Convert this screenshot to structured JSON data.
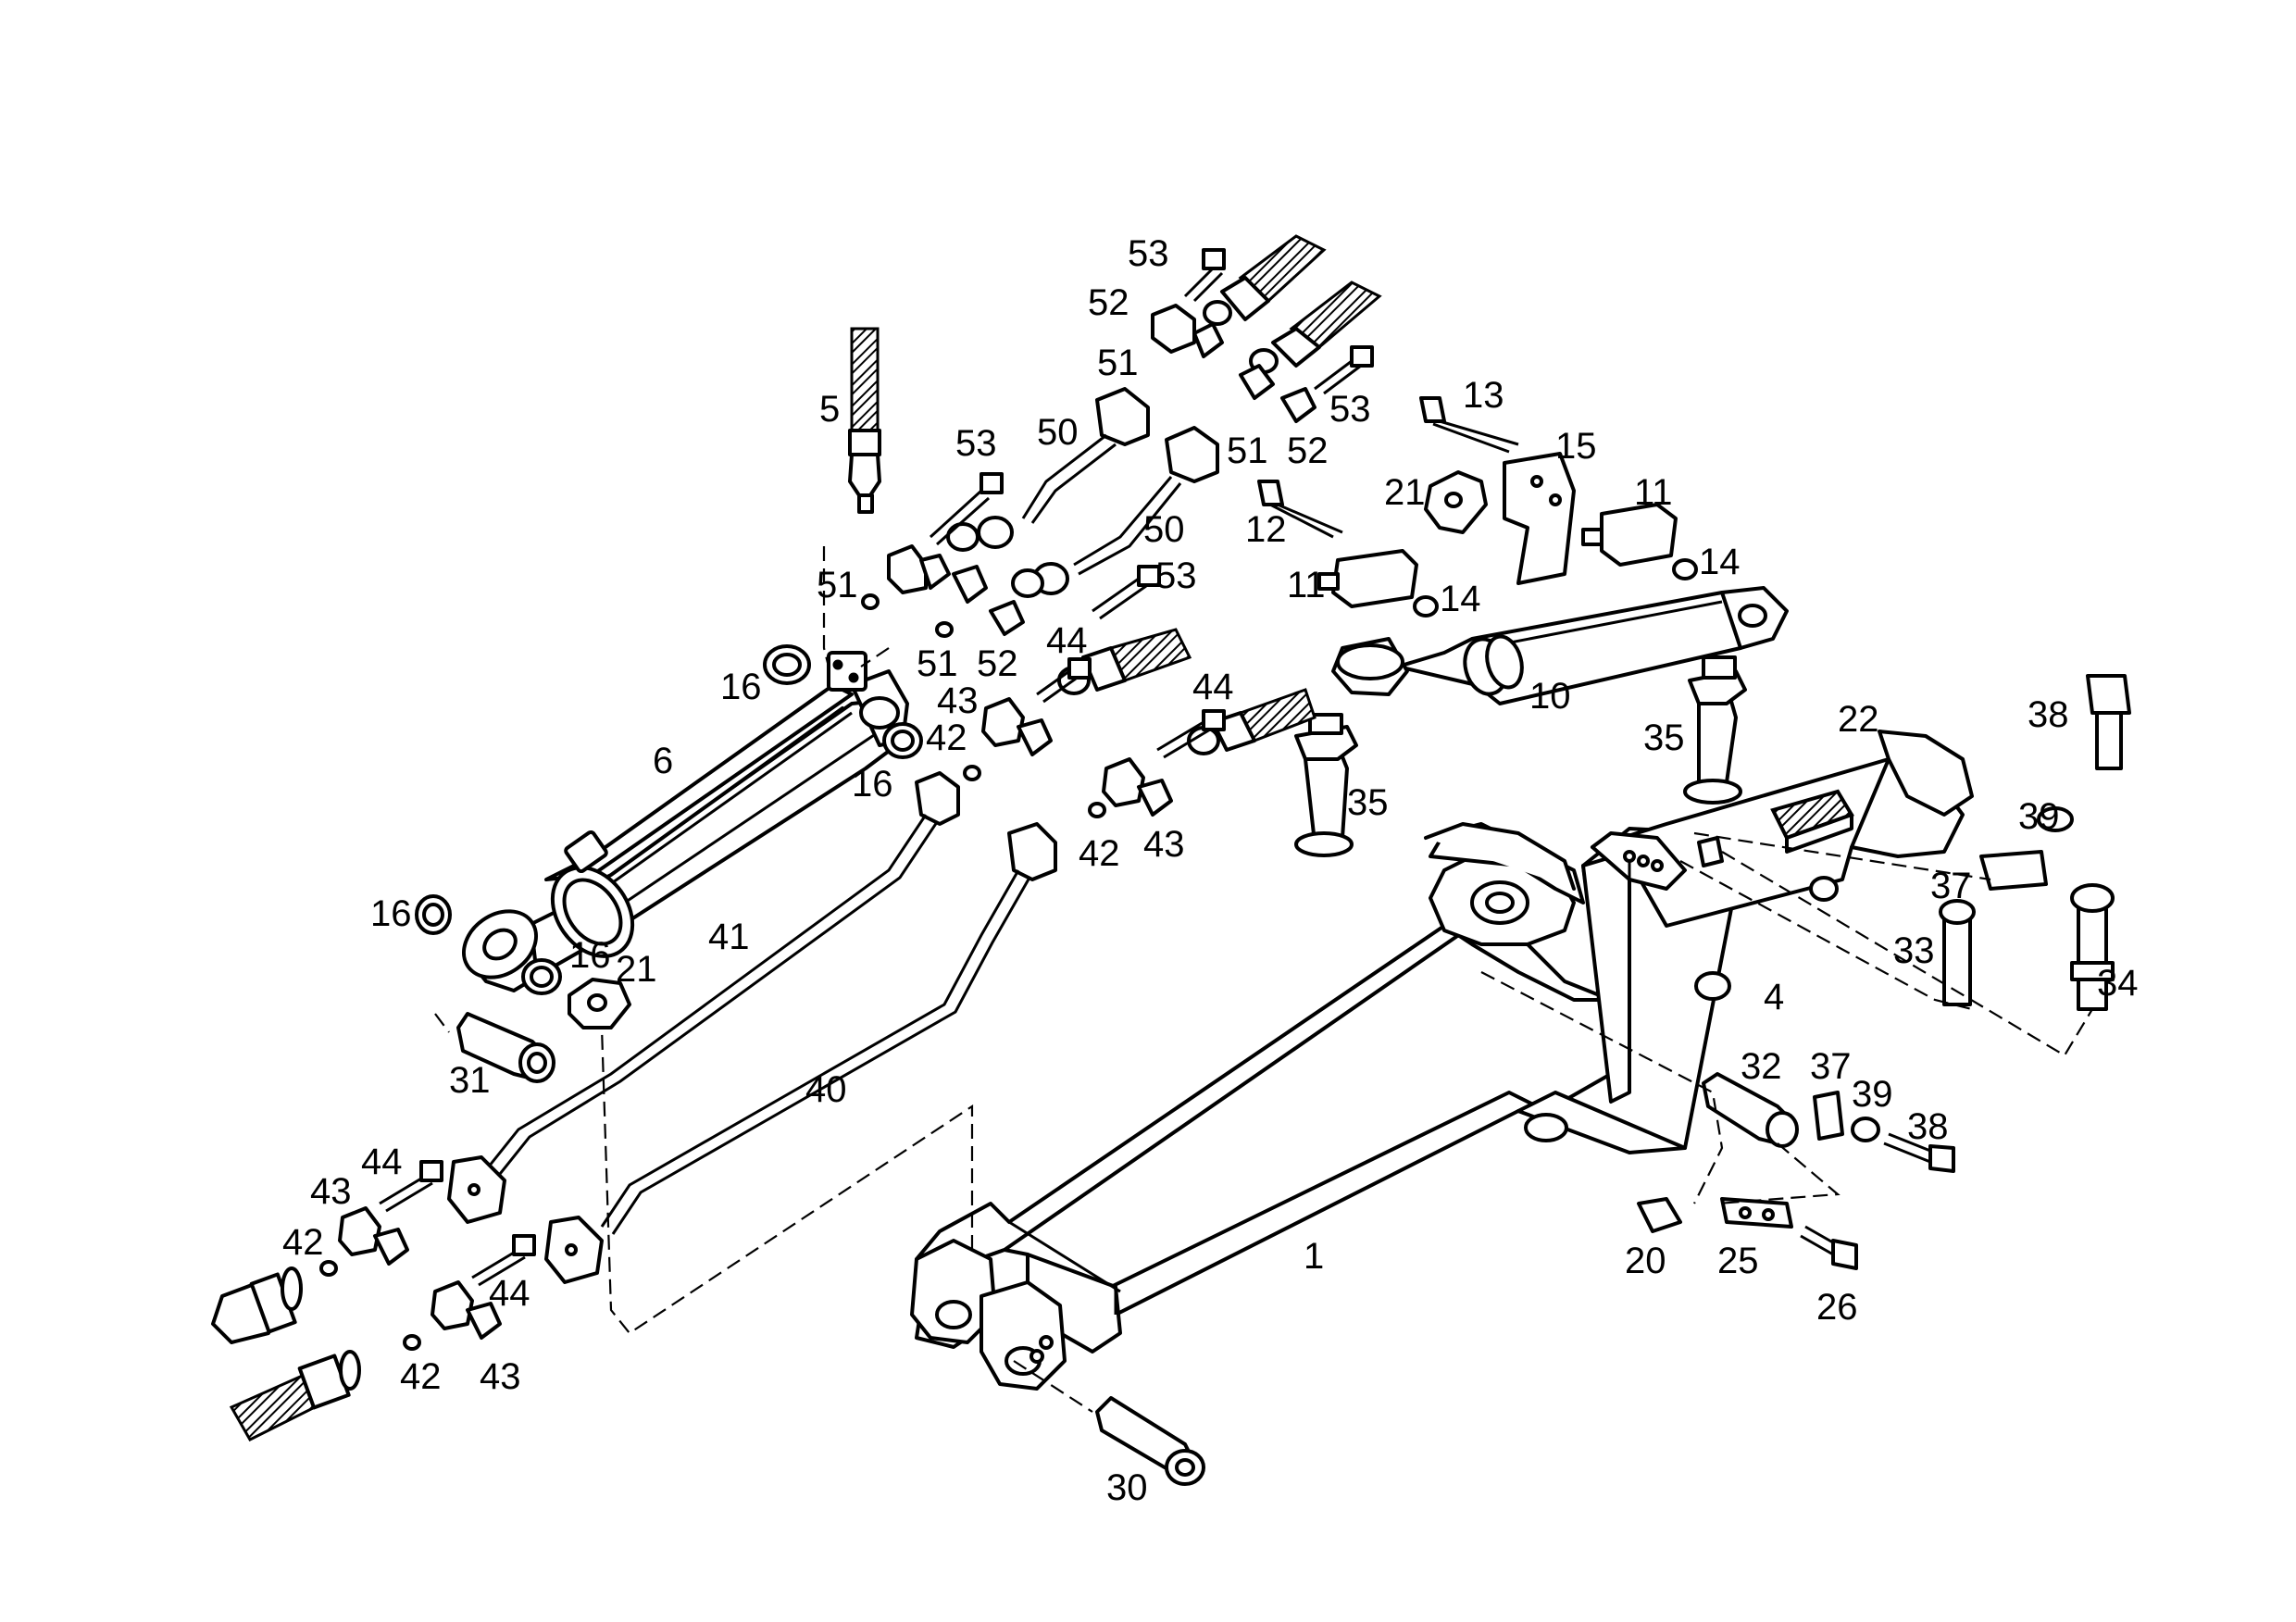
{
  "diagram": {
    "callouts": {
      "c1": "1",
      "c4": "4",
      "c5": "5",
      "c6": "6",
      "c10": "10",
      "c11a": "11",
      "c11b": "11",
      "c12": "12",
      "c13": "13",
      "c14a": "14",
      "c14b": "14",
      "c15": "15",
      "c16a": "16",
      "c16b": "16",
      "c16c": "16",
      "c16d": "16",
      "c20": "20",
      "c21a": "21",
      "c21b": "21",
      "c22": "22",
      "c25": "25",
      "c26": "26",
      "c30": "30",
      "c31": "31",
      "c32": "32",
      "c33": "33",
      "c34": "34",
      "c35a": "35",
      "c35b": "35",
      "c37a": "37",
      "c37b": "37",
      "c38a": "38",
      "c38b": "38",
      "c39a": "39",
      "c39b": "39",
      "c40": "40",
      "c41": "41",
      "c42a": "42",
      "c42b": "42",
      "c42c": "42",
      "c42d": "42",
      "c43a": "43",
      "c43b": "43",
      "c43c": "43",
      "c43d": "43",
      "c44a": "44",
      "c44b": "44",
      "c44c": "44",
      "c44d": "44",
      "c50a": "50",
      "c50b": "50",
      "c51a": "51",
      "c51b": "51",
      "c51c": "51",
      "c51d": "51",
      "c52a": "52",
      "c52b": "52",
      "c52c": "52",
      "c53a": "53",
      "c53b": "53",
      "c53c": "53",
      "c53d": "53"
    }
  }
}
